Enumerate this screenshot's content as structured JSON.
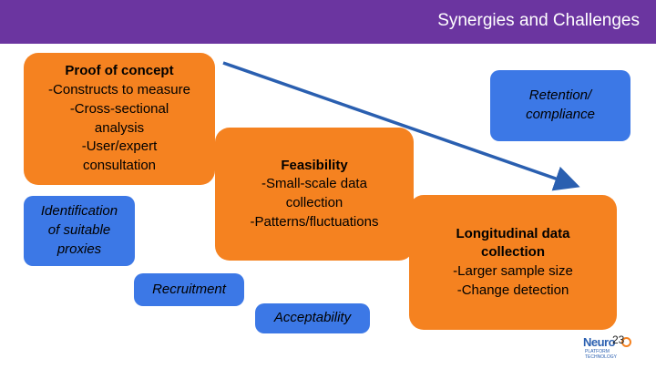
{
  "header": {
    "title": "Synergies and Challenges"
  },
  "boxes": {
    "proof": {
      "title": "Proof of concept",
      "lines": [
        "-Constructs to measure",
        "-Cross-sectional",
        "analysis",
        "-User/expert",
        "consultation"
      ]
    },
    "feasibility": {
      "title": "Feasibility",
      "lines": [
        "-Small-scale data",
        "collection",
        "-Patterns/fluctuations"
      ]
    },
    "longitudinal": {
      "title_lines": [
        "Longitudinal data",
        "collection"
      ],
      "lines": [
        "-Larger sample size",
        "-Change detection"
      ]
    },
    "identification": {
      "lines": [
        "Identification",
        "of suitable",
        "proxies"
      ]
    },
    "recruitment": {
      "label": "Recruitment"
    },
    "acceptability": {
      "label": "Acceptability"
    },
    "retention": {
      "lines": [
        "Retention/",
        "compliance"
      ]
    }
  },
  "colors": {
    "header": "#6b35a0",
    "orange": "#f58220",
    "blue": "#3c78e6",
    "arrow": "#2a5fb0"
  },
  "logo": {
    "word": "Neuro",
    "sub_lines": [
      "PLATFORM",
      "TECHNOLOGY"
    ]
  },
  "page": {
    "number": "23"
  }
}
